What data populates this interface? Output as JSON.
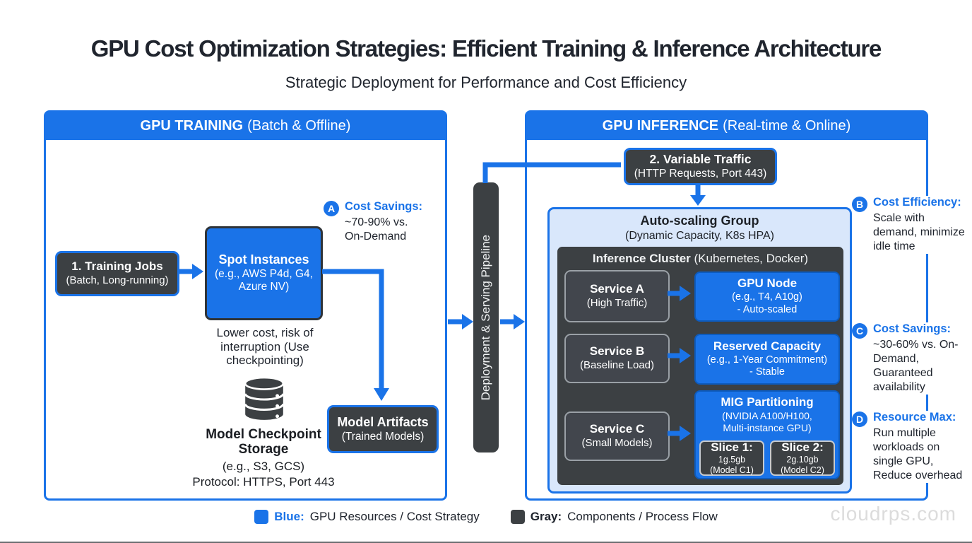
{
  "page": {
    "title": "GPU Cost Optimization Strategies: Efficient Training & Inference Architecture",
    "subtitle": "Strategic Deployment for Performance and Cost Efficiency",
    "watermark": "cloudrps.com"
  },
  "colors": {
    "accent_blue": "#1a73e8",
    "dark_gray": "#3c4043",
    "autoscaling_bg": "#d9e7fb",
    "text_dark": "#20252e"
  },
  "training_panel": {
    "title_bold": "GPU TRAINING",
    "title_rest": "(Batch & Offline)",
    "training_jobs": {
      "title": "1. Training Jobs",
      "subtitle": "(Batch, Long-running)"
    },
    "spot_instances": {
      "title": "Spot Instances",
      "subtitle": "(e.g., AWS P4d, G4, Azure NV)"
    },
    "spot_note": "Lower cost, risk of interruption (Use checkpointing)",
    "storage": {
      "title": "Model Checkpoint Storage",
      "line2": "(e.g., S3, GCS)",
      "line3": "Protocol: HTTPS, Port 443"
    },
    "model_artifacts": {
      "title": "Model Artifacts",
      "subtitle": "(Trained Models)"
    }
  },
  "pipeline": {
    "label": "Deployment & Serving Pipeline"
  },
  "inference_panel": {
    "title_bold": "GPU INFERENCE",
    "title_rest": "(Real-time & Online)",
    "variable_traffic": {
      "title": "2. Variable Traffic",
      "subtitle": "(HTTP Requests, Port 443)"
    },
    "autoscaling": {
      "title": "Auto-scaling Group",
      "subtitle": "(Dynamic Capacity, K8s HPA)"
    },
    "cluster": {
      "title_bold": "Inference Cluster",
      "title_rest": "(Kubernetes, Docker)"
    },
    "rows": [
      {
        "service": {
          "title": "Service A",
          "subtitle": "(High Traffic)"
        },
        "target": {
          "title": "GPU Node",
          "line2": "(e.g., T4, A10g)",
          "line3": "- Auto-scaled"
        }
      },
      {
        "service": {
          "title": "Service B",
          "subtitle": "(Baseline Load)"
        },
        "target": {
          "title": "Reserved Capacity",
          "line2": "(e.g., 1-Year Commitment)",
          "line3": "- Stable"
        }
      },
      {
        "service": {
          "title": "Service C",
          "subtitle": "(Small Models)"
        },
        "target": {
          "title": "MIG Partitioning",
          "line2": "(NVIDIA A100/H100,",
          "line3": "Multi-instance GPU)"
        }
      }
    ],
    "slices": [
      {
        "title": "Slice 1:",
        "line2": "1g.5gb",
        "line3": "(Model C1)"
      },
      {
        "title": "Slice 2:",
        "line2": "2g.10gb",
        "line3": "(Model C2)"
      }
    ]
  },
  "annotations": [
    {
      "letter": "A",
      "title": "Cost Savings:",
      "body": "~70-90% vs. On-Demand"
    },
    {
      "letter": "B",
      "title": "Cost Efficiency:",
      "body": "Scale with demand, minimize idle time"
    },
    {
      "letter": "C",
      "title": "Cost Savings:",
      "body": "~30-60% vs. On-Demand, Guaranteed availability"
    },
    {
      "letter": "D",
      "title": "Resource Max:",
      "body": "Run multiple workloads on single GPU, Reduce overhead"
    }
  ],
  "legend": {
    "blue": {
      "label": "Blue:",
      "desc": "GPU Resources / Cost Strategy"
    },
    "gray": {
      "label": "Gray:",
      "desc": "Components / Process Flow"
    }
  }
}
